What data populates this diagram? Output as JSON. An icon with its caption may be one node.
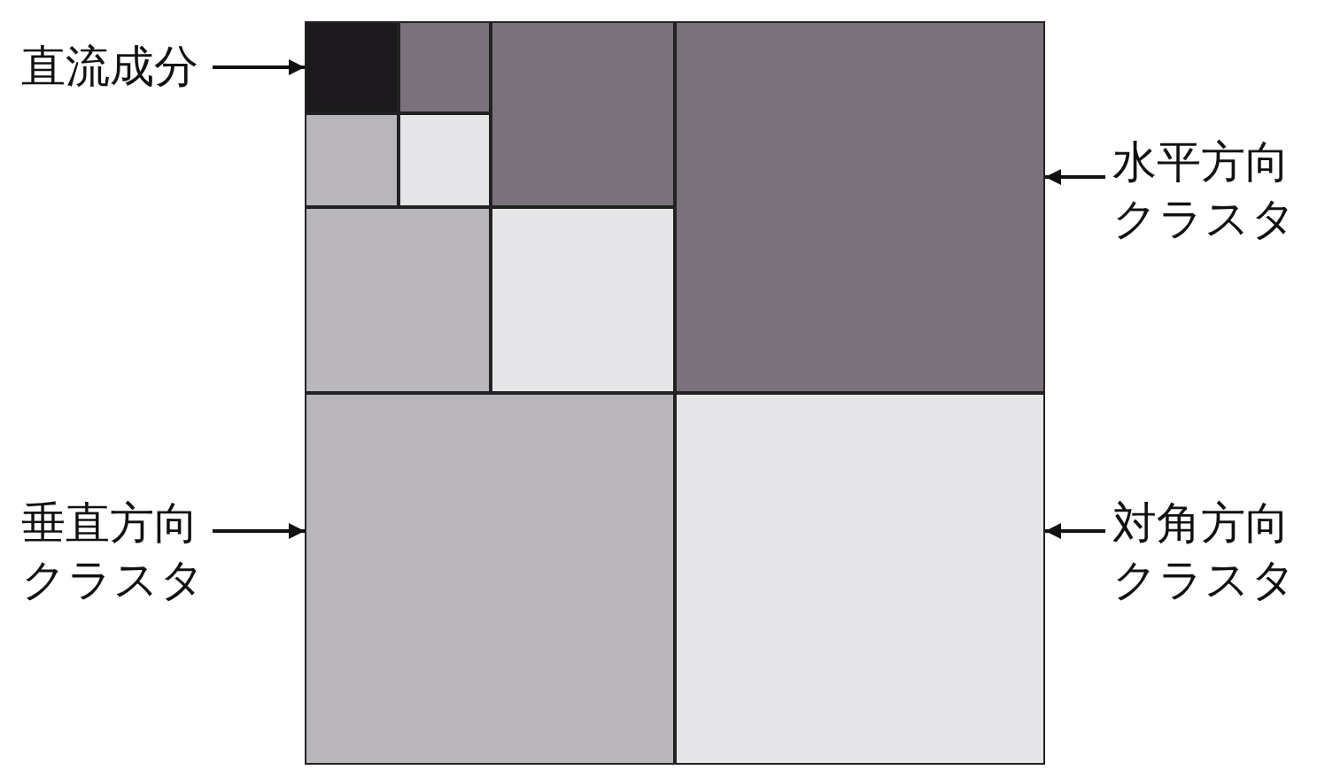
{
  "diagram": {
    "nodes": [
      {
        "text": [],
        "shape": "box"
      },
      {
        "text": [],
        "shape": "box"
      },
      {
        "text": [],
        "shape": "box"
      },
      {
        "text": [],
        "shape": "box"
      },
      {
        "text": [],
        "shape": "box"
      },
      {
        "text": [],
        "shape": "box"
      },
      {
        "text": [],
        "shape": "box"
      },
      {
        "text": [],
        "shape": "box"
      },
      {
        "text": [],
        "shape": "box"
      },
      {
        "text": [],
        "shape": "box"
      },
      {
        "text": [
          "直流成分"
        ]
      },
      {
        "text": [
          "水平方向クラスタ"
        ]
      },
      {
        "text": [
          "垂直方向クラスタ"
        ]
      },
      {
        "text": [
          "対角方向クラスタ"
        ]
      }
    ],
    "edges": [
      {
        "from": 10,
        "to": 0,
        "arrow": "to"
      },
      {
        "from": 11,
        "to": 3,
        "arrow": "to"
      },
      {
        "from": 12,
        "to": 8,
        "arrow": "to"
      },
      {
        "from": 13,
        "to": 9,
        "arrow": "to"
      }
    ]
  }
}
